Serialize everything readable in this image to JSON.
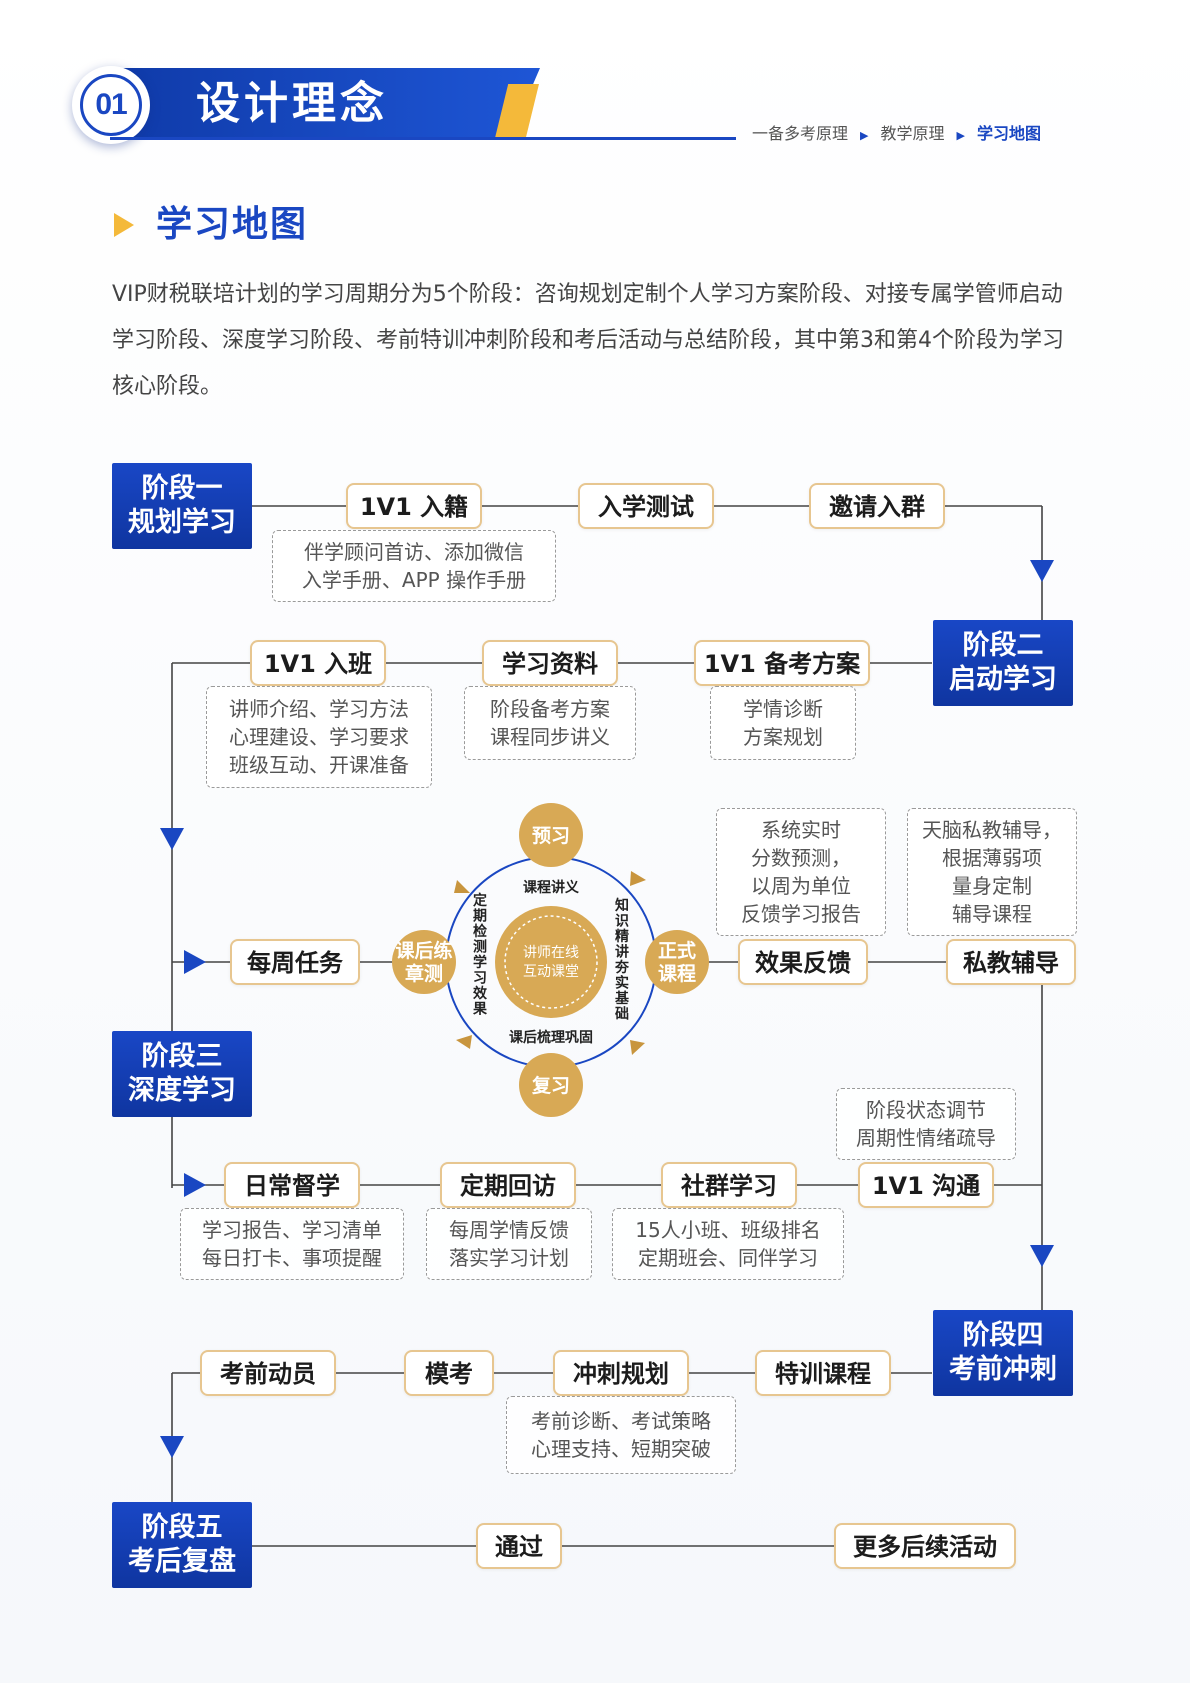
{
  "header": {
    "number": "01",
    "title": "设计理念",
    "breadcrumbs": [
      "一备多考原理",
      "教学原理",
      "学习地图"
    ]
  },
  "section": {
    "title": "学习地图",
    "intro": "VIP财税联培计划的学习周期分为5个阶段：咨询规划定制个人学习方案阶段、对接专属学管师启动学习阶段、深度学习阶段、考前特训冲刺阶段和考后活动与总结阶段，其中第3和第4个阶段为学习核心阶段。"
  },
  "stages": {
    "s1": [
      "阶段一",
      "规划学习"
    ],
    "s2": [
      "阶段二",
      "启动学习"
    ],
    "s3": [
      "阶段三",
      "深度学习"
    ],
    "s4": [
      "阶段四",
      "考前冲刺"
    ],
    "s5": [
      "阶段五",
      "考后复盘"
    ]
  },
  "nodes": {
    "enroll": "1V1 入籍",
    "entry_test": "入学测试",
    "invite_group": "邀请入群",
    "join_class": "1V1 入班",
    "study_materials": "学习资料",
    "prep_plan": "1V1 备考方案",
    "weekly_task": "每周任务",
    "feedback": "效果反馈",
    "private_tutoring": "私教辅导",
    "daily_supervision": "日常督学",
    "regular_followup": "定期回访",
    "community_study": "社群学习",
    "communication": "1V1 沟通",
    "pre_exam_mobilize": "考前动员",
    "mock_exam": "模考",
    "sprint_plan": "冲刺规划",
    "special_course": "特训课程",
    "pass": "通过",
    "more_activities": "更多后续活动"
  },
  "notes": {
    "enroll": [
      "伴学顾问首访、添加微信",
      "入学手册、APP 操作手册"
    ],
    "join_class": [
      "讲师介绍、学习方法",
      "心理建设、学习要求",
      "班级互动、开课准备"
    ],
    "study_materials": [
      "阶段备考方案",
      "课程同步讲义"
    ],
    "prep_plan": [
      "学情诊断",
      "方案规划"
    ],
    "feedback": [
      "系统实时",
      "分数预测，",
      "以周为单位",
      "反馈学习报告"
    ],
    "private_tutoring": [
      "天脑私教辅导，",
      "根据薄弱项",
      "量身定制",
      "辅导课程"
    ],
    "communication": [
      "阶段状态调节",
      "周期性情绪疏导"
    ],
    "daily_supervision": [
      "学习报告、学习清单",
      "每日打卡、事项提醒"
    ],
    "regular_followup": [
      "每周学情反馈",
      "落实学习计划"
    ],
    "community_study": [
      "15人小班、班级排名",
      "定期班会、同伴学习"
    ],
    "sprint_plan": [
      "考前诊断、考试策略",
      "心理支持、短期突破"
    ]
  },
  "cycle": {
    "center": [
      "讲师在线",
      "互动课堂"
    ],
    "top": "预习",
    "right": [
      "正式",
      "课程"
    ],
    "bottom": "复习",
    "left": [
      "课后练",
      "章测"
    ],
    "arc_top": "课程讲义",
    "arc_right": "知识精讲夯实基础",
    "arc_bottom": "课后梳理巩固",
    "arc_left": "定期检测学习效果"
  },
  "colors": {
    "primary_blue": "#1a47c2",
    "accent_gold": "#f4b93a",
    "node_border": "#e7c690",
    "cycle_gold": "#d8a955"
  }
}
